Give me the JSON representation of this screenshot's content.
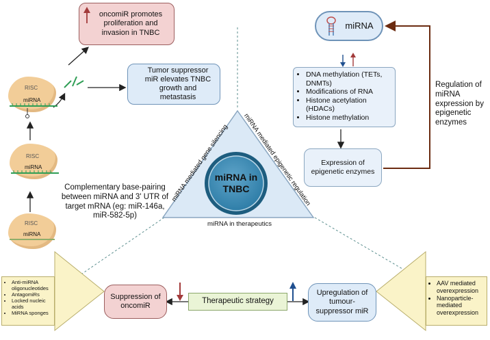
{
  "oncomir_promotes": "oncomiR promotes proliferation and invasion in TNBC",
  "tumor_suppressor_box": "Tumor suppressor miR elevates TNBC growth and metastasis",
  "risc_label": "RISC",
  "mirna_label": "miRNA",
  "base_pairing_text": "Complementary base-pairing between miRNA and 3' UTR of target mRNA (eg: miR-146a, miR-582-5p)",
  "mirna_pill": "miRNA",
  "epigenetic_list": [
    "DNA methylation (TETs, DNMTs)",
    "Modifications of RNA",
    "Histone acetylation (HDACs)",
    "Histone methylation"
  ],
  "expression_box": "Expression of epigenetic enzymes",
  "regulation_text": "Regulation of miRNA expression by epigenetic enzymes",
  "center_circle": "miRNA in TNBC",
  "side_left": "miRNA mediated  gene silencing",
  "side_right": "miRNA mediated epigenetic regulation",
  "side_bottom": "miRNA in therapeutics",
  "left_strategies": [
    "Anti-miRNA oligonucleotides",
    "AntagomiRs",
    "Locked nucleic acids",
    "MiRNA sponges"
  ],
  "suppression_box": "Suppression of oncomiR",
  "therapeutic_strategy": "Therapeutic strategy",
  "upregulation_box": "Upregulation of tumour-suppressor miR",
  "right_strategies": [
    "AAV mediated overexpression",
    "Nanoparticle-mediated overexpression"
  ],
  "colors": {
    "pink": "#f3d2d2",
    "blue": "#deebf8",
    "green": "#eaf4d6",
    "cream": "#faf5d2",
    "brown": "#6b2b10",
    "redArrow": "#a23a3a",
    "blueArrow": "#1f4f8f"
  }
}
